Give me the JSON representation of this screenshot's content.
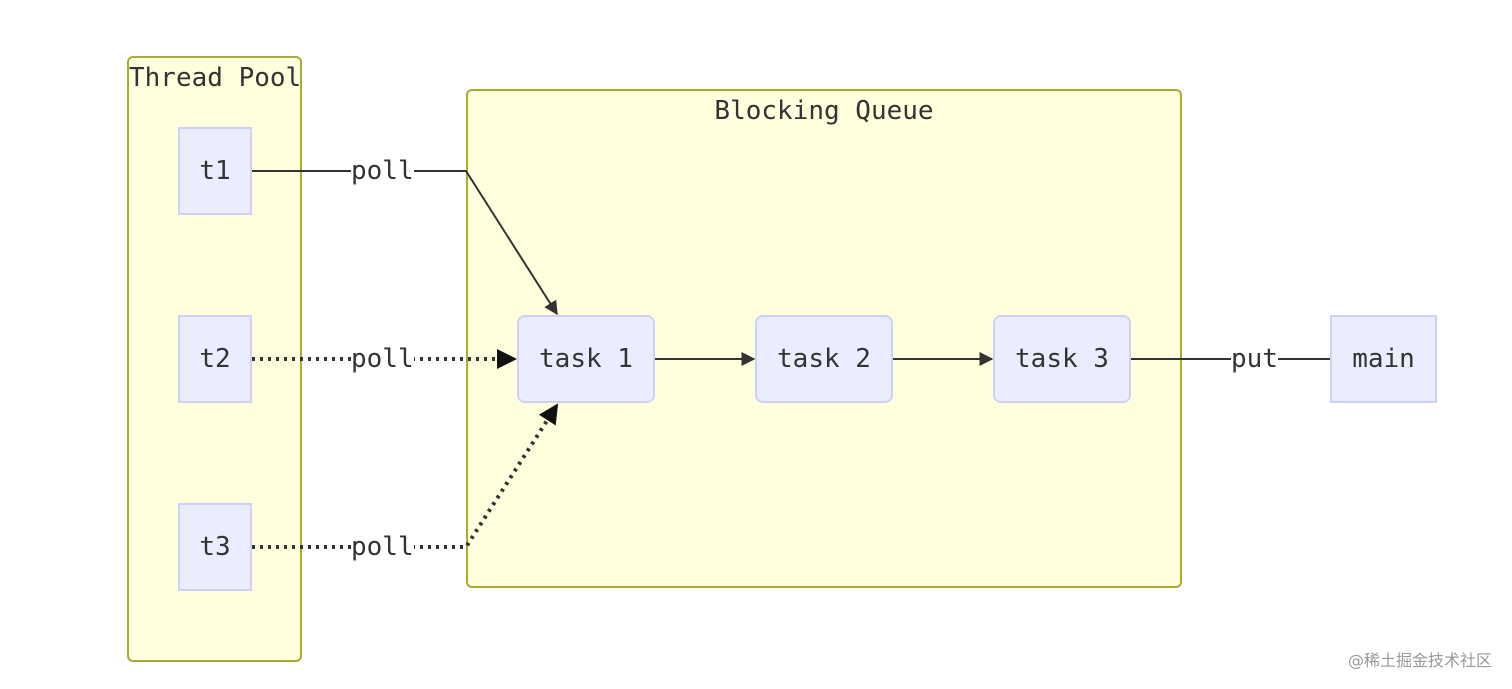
{
  "clusters": {
    "thread_pool": {
      "title": "Thread Pool"
    },
    "blocking_queue": {
      "title": "Blocking Queue"
    }
  },
  "nodes": {
    "t1": "t1",
    "t2": "t2",
    "t3": "t3",
    "task1": "task 1",
    "task2": "task 2",
    "task3": "task 3",
    "main": "main"
  },
  "edges": {
    "t1_poll": "poll",
    "t2_poll": "poll",
    "t3_poll": "poll",
    "main_put": "put"
  },
  "colors": {
    "cluster_fill": "#ffffde",
    "cluster_border": "#aaaa33",
    "node_fill": "#ececff",
    "node_border": "#cfcffb",
    "edge": "#333333"
  },
  "watermark": "@稀土掘金技术社区"
}
